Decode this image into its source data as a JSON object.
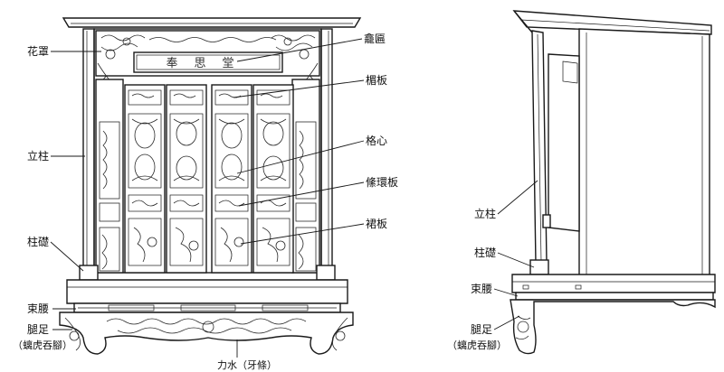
{
  "front_labels": {
    "huazhao": "花罩",
    "kanbian": "龕匾",
    "meiban": "楣板",
    "lizhu": "立柱",
    "gexin": "格心",
    "tiaohuanban": "絛環板",
    "qunban": "裙板",
    "zhuchu": "柱礎",
    "shuyao": "束腰",
    "tuizu": "腿足",
    "tuizu_note": "（螭虎吞腳）",
    "lishui": "力水（牙條）"
  },
  "side_labels": {
    "lizhu": "立柱",
    "zhuchu": "柱礎",
    "shuyao": "束腰",
    "tuizu": "腿足",
    "tuizu_note": "（螭虎吞腳）"
  },
  "plaque_text": "奉思堂"
}
